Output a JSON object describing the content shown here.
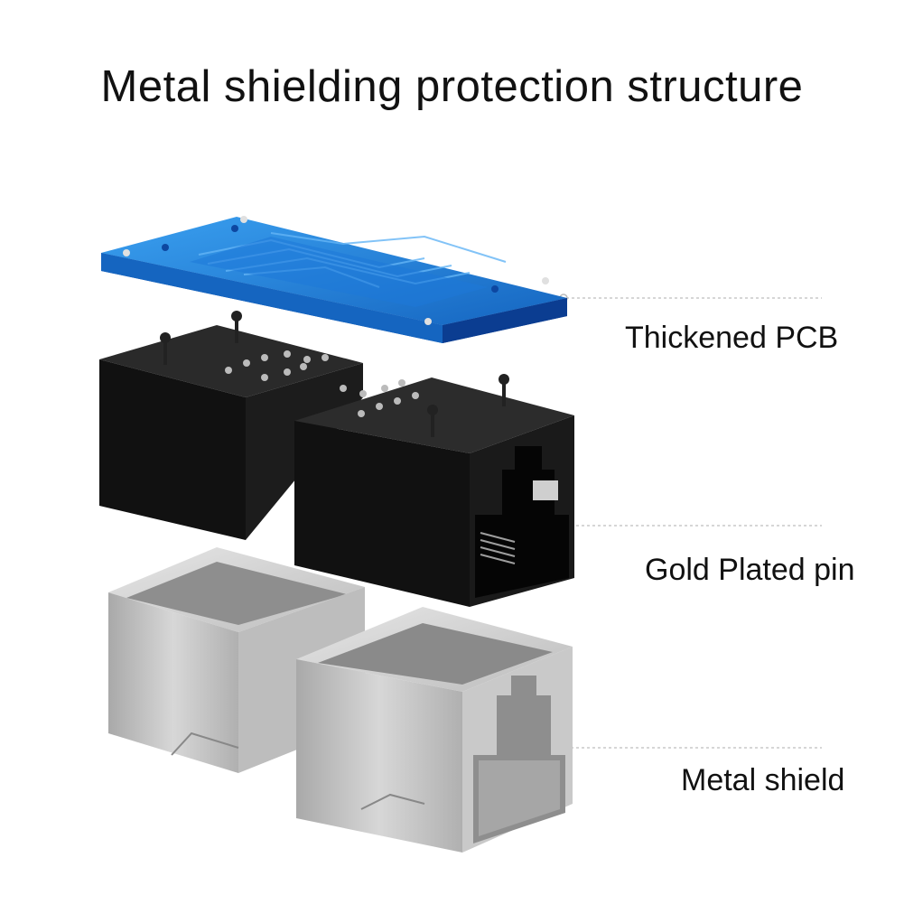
{
  "title": "Metal shielding protection structure",
  "callouts": [
    {
      "label": "Thickened PCB"
    },
    {
      "label": "Gold Plated pin"
    },
    {
      "label": "Metal shield"
    }
  ],
  "colors": {
    "pcb": "#1e88e5",
    "housing": "#141414",
    "shield": "#c4c4c4",
    "leader": "#bdbdbd"
  }
}
